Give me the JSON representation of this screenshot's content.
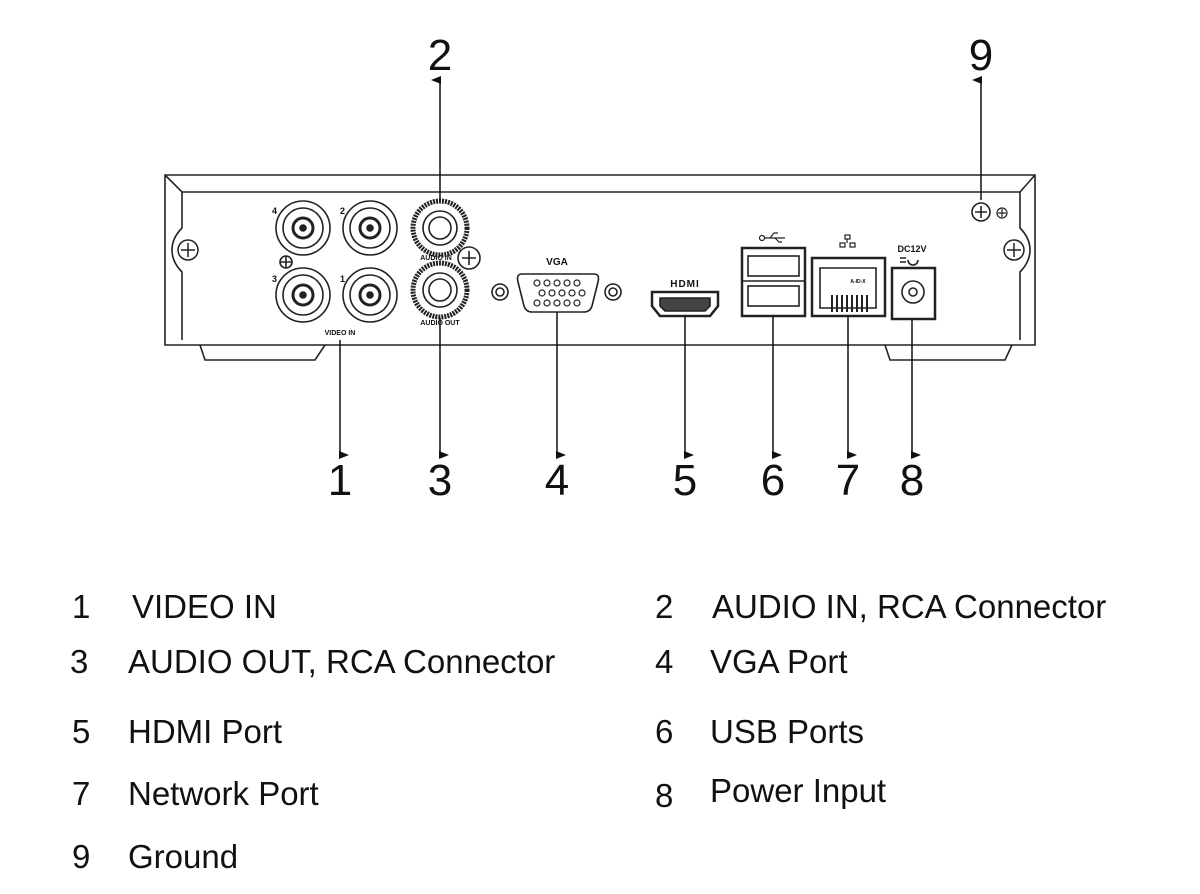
{
  "panel_labels": {
    "bnc": [
      "4",
      "2",
      "3",
      "1"
    ],
    "video_in": "VIDEO IN",
    "audio_in": "AUDIO IN",
    "audio_out": "AUDIO OUT",
    "vga": "VGA",
    "hdmi": "HDMI",
    "dc": "DC12V",
    "rj45": "A-ID-X"
  },
  "callouts": {
    "top": [
      "2",
      "9"
    ],
    "bottom": [
      "1",
      "3",
      "4",
      "5",
      "6",
      "7",
      "8"
    ]
  },
  "legend": [
    {
      "num": "1",
      "label": "VIDEO IN"
    },
    {
      "num": "2",
      "label": "AUDIO IN, RCA Connector"
    },
    {
      "num": "3",
      "label": "AUDIO OUT, RCA Connector"
    },
    {
      "num": "4",
      "label": "VGA Port"
    },
    {
      "num": "5",
      "label": "HDMI Port"
    },
    {
      "num": "6",
      "label": "USB Ports"
    },
    {
      "num": "7",
      "label": "Network Port"
    },
    {
      "num": "8",
      "label": "Power Input"
    },
    {
      "num": "9",
      "label": "Ground"
    }
  ]
}
